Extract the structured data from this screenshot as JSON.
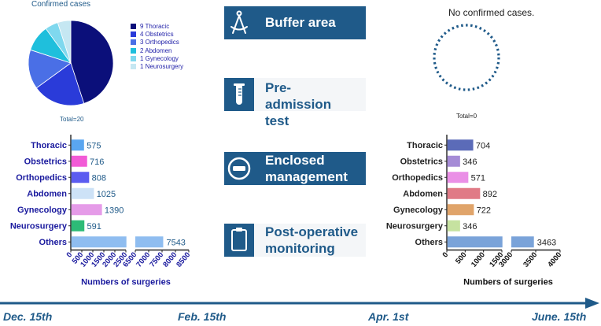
{
  "left_pie": {
    "title": "Confirmed cases",
    "total": "Total=20",
    "slices": [
      {
        "label": "9 Thoracic",
        "value": 9,
        "color": "#0b0f7a"
      },
      {
        "label": "4 Obstetrics",
        "value": 4,
        "color": "#2a3bd9"
      },
      {
        "label": "3 Orthopedics",
        "value": 3,
        "color": "#4a6fe6"
      },
      {
        "label": "2 Abdomen",
        "value": 2,
        "color": "#1fbfdc"
      },
      {
        "label": "1 Gynecology",
        "value": 1,
        "color": "#7fd8ee"
      },
      {
        "label": "1 Neurosurgery",
        "value": 1,
        "color": "#c5e7f2"
      }
    ]
  },
  "right_pie": {
    "title": "No confirmed cases.",
    "total": "Total=0"
  },
  "steps": [
    {
      "label": "Buffer area",
      "icon": "compass-icon"
    },
    {
      "label": "Pre-admission test",
      "icon": "test-tube-icon"
    },
    {
      "label": "Enclosed management",
      "icon": "no-entry-icon"
    },
    {
      "label": "Post-operative monitoring",
      "icon": "clipboard-icon"
    }
  ],
  "timeline": {
    "labels": [
      "Dec. 15th",
      "Feb. 15th",
      "Apr. 1st",
      "June. 15th"
    ]
  },
  "chart_data": [
    {
      "type": "bar",
      "orientation": "horizontal",
      "categories": [
        "Thoracic",
        "Obstetrics",
        "Orthopedics",
        "Abdomen",
        "Gynecology",
        "Neurosurgery",
        "Others"
      ],
      "values": [
        575,
        716,
        808,
        1025,
        1390,
        591,
        7543
      ],
      "colors": [
        "#5aa6f0",
        "#f25bd6",
        "#5b5cf0",
        "#cde2f7",
        "#e59be8",
        "#2dbb77",
        "#8fbdf0"
      ],
      "xlabel": "Numbers of surgeries",
      "axis_break": [
        2500,
        6500
      ],
      "xlim": [
        0,
        8500
      ],
      "ticks_left": [
        0,
        500,
        1000,
        1500,
        2000,
        2500
      ],
      "ticks_right": [
        6500,
        7000,
        7500,
        8000,
        8500
      ]
    },
    {
      "type": "bar",
      "orientation": "horizontal",
      "categories": [
        "Thoracic",
        "Obstetrics",
        "Orthopedics",
        "Abdomen",
        "Gynecology",
        "Neurosurgery",
        "Others"
      ],
      "values": [
        704,
        346,
        571,
        892,
        722,
        346,
        3463
      ],
      "colors": [
        "#5b6bb8",
        "#a58bd6",
        "#ea8fe6",
        "#e07a86",
        "#e0a46a",
        "#c6e2a0",
        "#7aa3d9"
      ],
      "xlabel": "Numbers of surgeries",
      "axis_break": [
        1500,
        3000
      ],
      "xlim": [
        0,
        4000
      ],
      "ticks_left": [
        0,
        500,
        1000,
        1500
      ],
      "ticks_right": [
        3000,
        3500,
        4000
      ]
    }
  ]
}
